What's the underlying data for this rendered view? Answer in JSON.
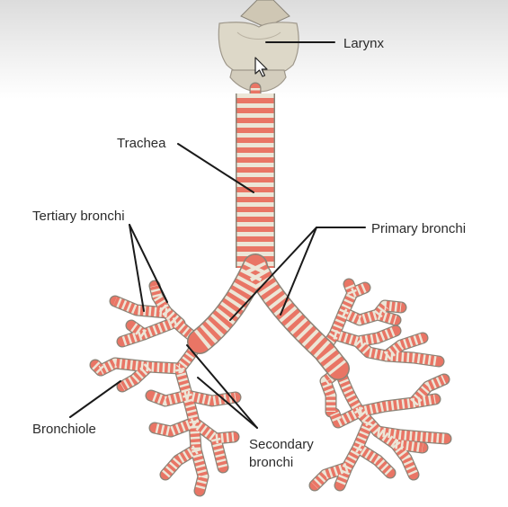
{
  "labels": {
    "larynx": "Larynx",
    "trachea": "Trachea",
    "tertiary_bronchi": "Tertiary bronchi",
    "primary_bronchi": "Primary bronchi",
    "bronchiole": "Bronchiole",
    "secondary_bronchi_line1": "Secondary",
    "secondary_bronchi_line2": "bronchi"
  },
  "colors": {
    "tissue": "#e97565",
    "cartilage": "#ece6d7",
    "outline": "#8a8478",
    "larynx": "#ddd8c8",
    "leader": "#1a1a1a"
  },
  "icons": {
    "cursor": "mouse-pointer-icon"
  }
}
